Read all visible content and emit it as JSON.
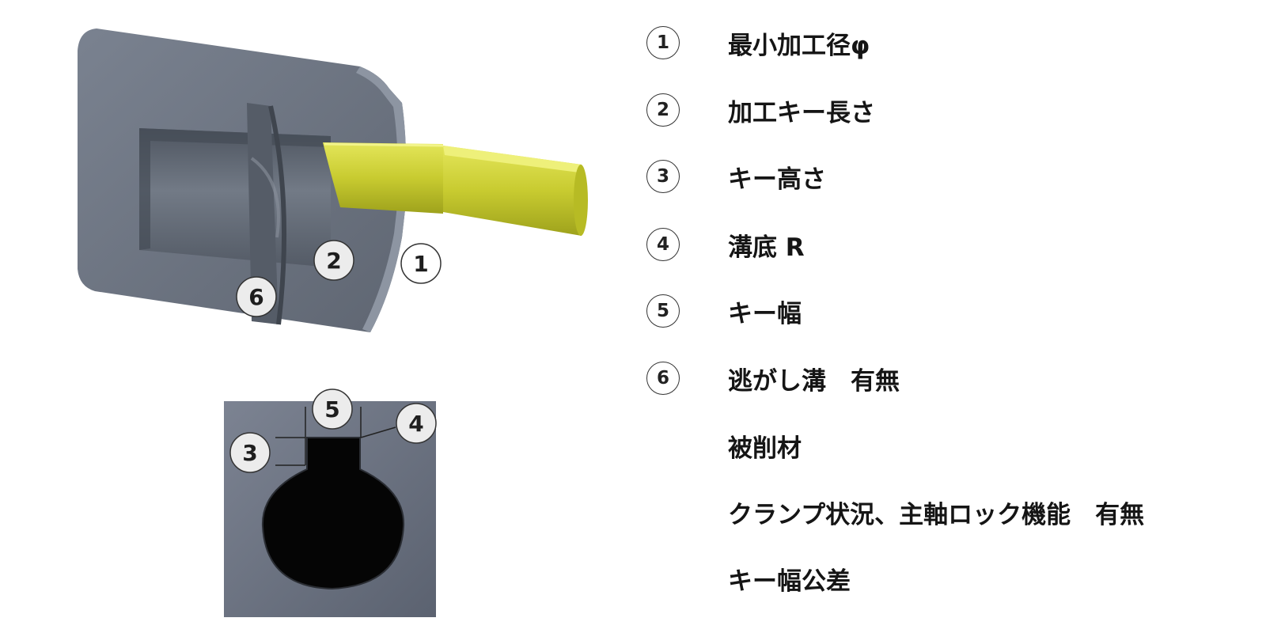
{
  "callouts": {
    "one": "1",
    "two": "2",
    "three": "3",
    "four": "4",
    "five": "5",
    "six": "6"
  },
  "items": [
    {
      "number": "1",
      "label": "最小加工径φ"
    },
    {
      "number": "2",
      "label": "加工キー長さ"
    },
    {
      "number": "3",
      "label": "キー高さ"
    },
    {
      "number": "4",
      "label": "溝底 R"
    },
    {
      "number": "5",
      "label": "キー幅"
    },
    {
      "number": "6",
      "label": "逃がし溝　有無"
    },
    {
      "number": "",
      "label": "被削材"
    },
    {
      "number": "",
      "label": "クランプ状況、主軸ロック機能　有無"
    },
    {
      "number": "",
      "label": "キー幅公差"
    }
  ],
  "colors": {
    "workpiece": "#6b7380",
    "tool": "#cfd23a",
    "bore": "#050505"
  }
}
